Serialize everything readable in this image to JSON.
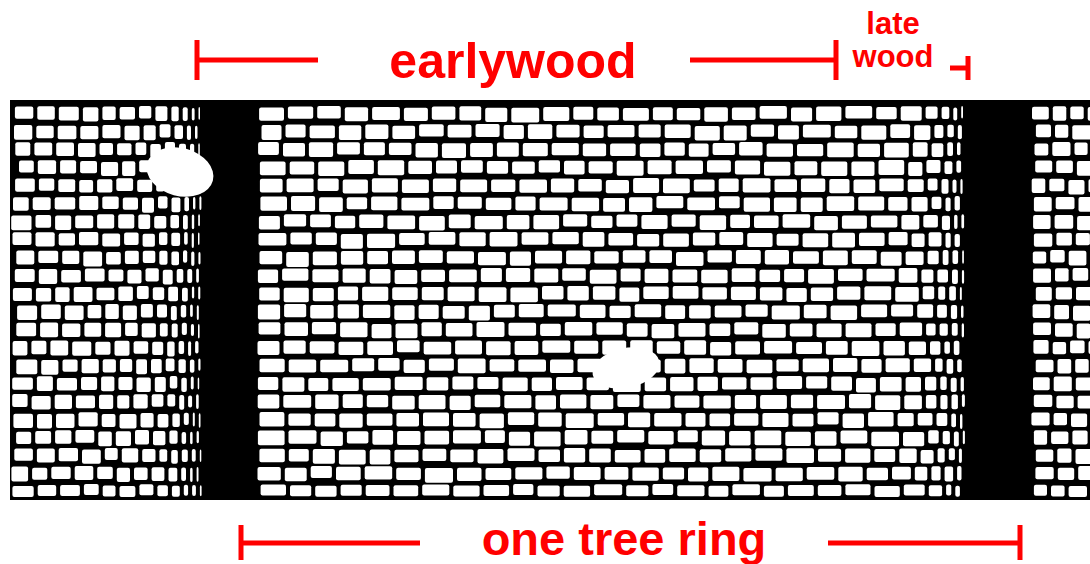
{
  "diagram": {
    "labels": [
      "earlywood",
      "late wood",
      "one tree ring"
    ]
  }
}
